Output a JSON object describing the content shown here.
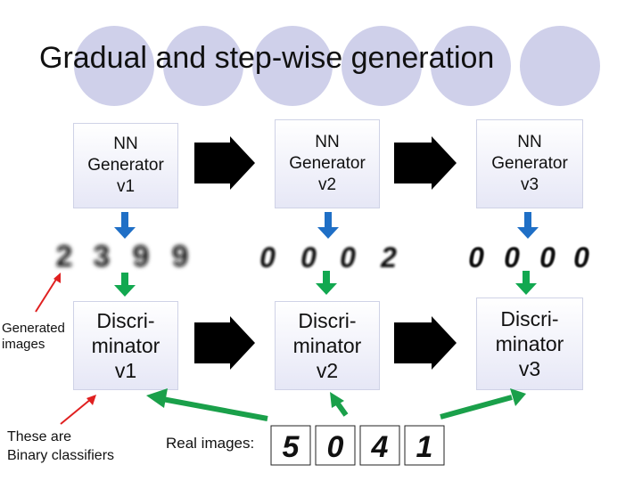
{
  "slide": {
    "title": "Gradual and step-wise generation",
    "generators": [
      {
        "label": "NN\nGenerator\nv1"
      },
      {
        "label": "NN\nGenerator\nv2"
      },
      {
        "label": "NN\nGenerator\nv3"
      }
    ],
    "discriminators": [
      {
        "label": "Discri-\nminator\nv1"
      },
      {
        "label": "Discri-\nminator\nv2"
      },
      {
        "label": "Discri-\nminator\nv3"
      }
    ],
    "generated_images": [
      [
        "2",
        "3",
        "9",
        "9"
      ],
      [
        "0",
        "0",
        "0",
        "2"
      ],
      [
        "0",
        "0",
        "0",
        "0"
      ]
    ],
    "real_images": [
      "5",
      "0",
      "4",
      "1"
    ],
    "annotations": {
      "generated": "Generated\nimages",
      "binary": "These are\nBinary classifiers",
      "real": "Real images:"
    },
    "colors": {
      "down_arrow_blue": "#1f6fc6",
      "down_arrow_green": "#12a850",
      "real_arrow_green": "#1aa04a",
      "annotation_red": "#e02020",
      "big_arrow": "#000000",
      "deco_circle": "#cfd0ea"
    }
  }
}
